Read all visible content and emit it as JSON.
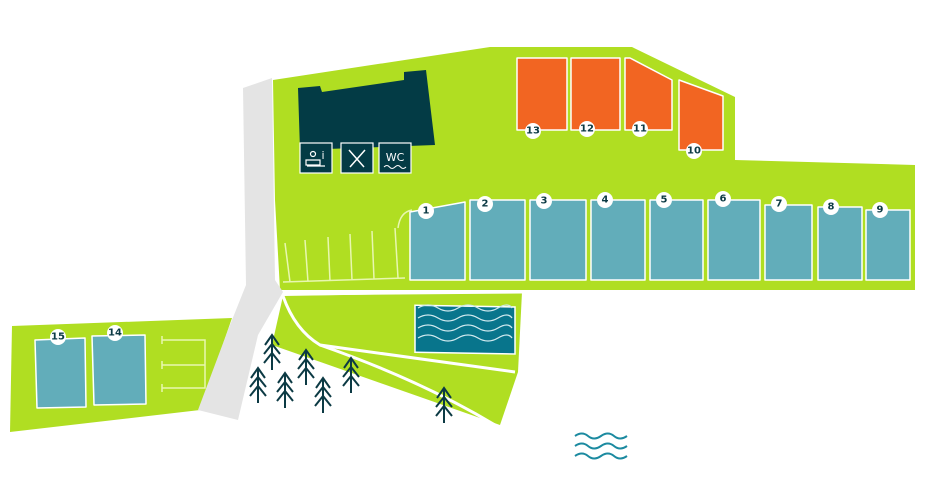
{
  "colors": {
    "grass": "#b0de22",
    "road": "#e4e4e4",
    "building": "#033b45",
    "lot_blue": "#62adba",
    "lot_orange": "#f26522",
    "pool": "#08758c",
    "tree": "#0c3a44"
  },
  "facilities": [
    {
      "icon": "reception-info-icon",
      "label": "i"
    },
    {
      "icon": "restaurant-icon",
      "label": ""
    },
    {
      "icon": "wc-icon",
      "label": "WC"
    }
  ],
  "orange_lots": [
    {
      "number": "13"
    },
    {
      "number": "12"
    },
    {
      "number": "11"
    },
    {
      "number": "10"
    }
  ],
  "blue_lots": [
    {
      "number": "1"
    },
    {
      "number": "2"
    },
    {
      "number": "3"
    },
    {
      "number": "4"
    },
    {
      "number": "5"
    },
    {
      "number": "6"
    },
    {
      "number": "7"
    },
    {
      "number": "8"
    },
    {
      "number": "9"
    }
  ],
  "left_lots": [
    {
      "number": "15"
    },
    {
      "number": "14"
    }
  ]
}
